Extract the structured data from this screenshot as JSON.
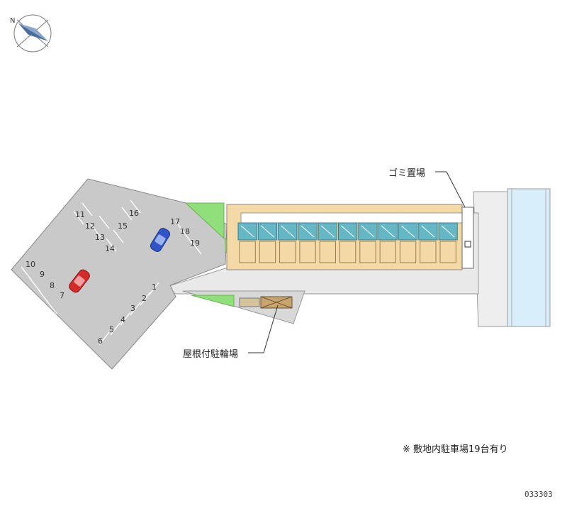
{
  "compass": {
    "north_letter": "N",
    "icon": "compass-rose-icon"
  },
  "labels": {
    "garbage": "ゴミ置場",
    "bike_parking": "屋根付駐輪場"
  },
  "footnote": "※ 敷地内駐車場19台有り",
  "map_code": "033303",
  "parking_numbers": [
    "1",
    "2",
    "3",
    "4",
    "5",
    "6",
    "7",
    "8",
    "9",
    "10",
    "11",
    "12",
    "13",
    "14",
    "15",
    "16",
    "17",
    "18",
    "19"
  ],
  "cars": [
    {
      "name": "blue-car",
      "color": "#2f55c8"
    },
    {
      "name": "red-car",
      "color": "#d42a2a"
    }
  ],
  "colors": {
    "lot": "#c9c9c9",
    "greenery": "#8fe07a",
    "building": "#f4d9a6",
    "units": "#66b7c6",
    "road": "#e9e9e9",
    "river": "#d8eefb"
  }
}
